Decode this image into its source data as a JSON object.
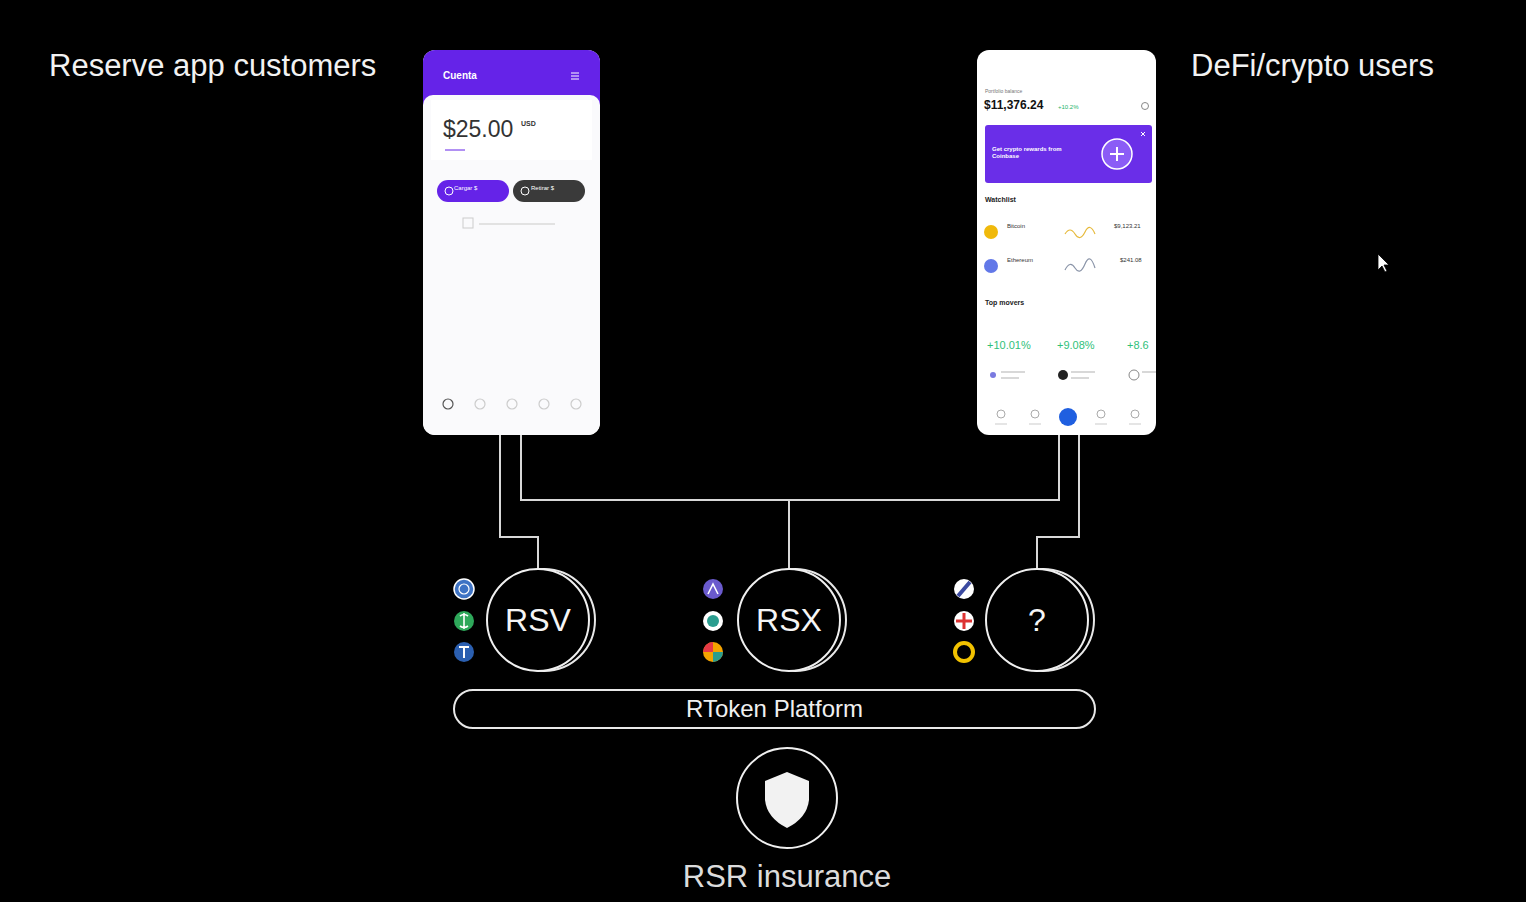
{
  "diagram": {
    "nodes": [
      {
        "text": [
          "Cuenta",
          "$25.00",
          "USD",
          "Cargar $",
          "Retirar $"
        ]
      },
      {
        "text": [
          "Portfolio balance",
          "$11,376.24",
          "+10.2%",
          "Get crypto rewards from Coinbase",
          "Watchlist",
          "Bitcoin",
          "$9,123.21",
          "Ethereum",
          "$241.08",
          "Top movers",
          "+10.01%",
          "+9.08%",
          "+8.6"
        ]
      },
      {
        "text": [
          "RSV"
        ]
      },
      {
        "text": [
          "RSX"
        ]
      },
      {
        "text": [
          "?"
        ]
      },
      {
        "text": [
          "RToken Platform"
        ]
      },
      {
        "text": [
          "RSR insurance"
        ]
      }
    ],
    "edges": [
      {
        "from": 0,
        "to": 2,
        "arrow": "none"
      },
      {
        "from": 0,
        "to": 3,
        "arrow": "none"
      },
      {
        "from": 1,
        "to": 3,
        "arrow": "none"
      },
      {
        "from": 1,
        "to": 4,
        "arrow": "none"
      }
    ],
    "labels": [
      "Reserve app customers",
      "DeFi/crypto users"
    ]
  }
}
